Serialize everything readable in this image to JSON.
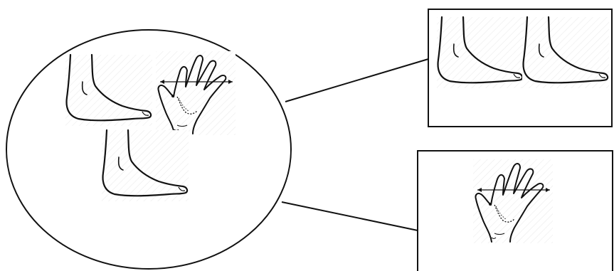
{
  "diagram": {
    "group": "circle",
    "callouts": [
      "feet-pair",
      "hand-spread"
    ]
  },
  "icons": {
    "foot": "foot-outline-icon",
    "hand": "hand-measure-icon"
  },
  "colors": {
    "stroke": "#111111",
    "background": "#ffffff",
    "hatch": "#eeeeee"
  }
}
